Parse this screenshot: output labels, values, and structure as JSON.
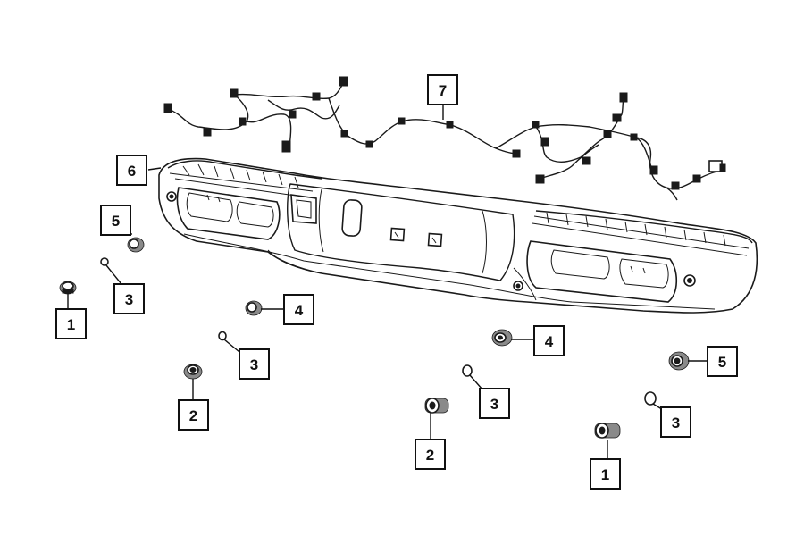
{
  "diagram": {
    "style": {
      "line_color": "#1a1a1a",
      "background": "#ffffff"
    },
    "callouts": [
      {
        "id": "c1a",
        "part": "1"
      },
      {
        "id": "c1b",
        "part": "1"
      },
      {
        "id": "c2a",
        "part": "2"
      },
      {
        "id": "c2b",
        "part": "2"
      },
      {
        "id": "c3a",
        "part": "3"
      },
      {
        "id": "c3b",
        "part": "3"
      },
      {
        "id": "c3c",
        "part": "3"
      },
      {
        "id": "c3d",
        "part": "3"
      },
      {
        "id": "c4a",
        "part": "4"
      },
      {
        "id": "c4b",
        "part": "4"
      },
      {
        "id": "c5a",
        "part": "5"
      },
      {
        "id": "c5b",
        "part": "5"
      },
      {
        "id": "c6",
        "part": "6"
      },
      {
        "id": "c7",
        "part": "7"
      }
    ],
    "components": [
      {
        "name": "rear-bumper"
      },
      {
        "name": "wiring-harness"
      },
      {
        "name": "park-assist-sensor"
      },
      {
        "name": "sensor-retainer-ring"
      },
      {
        "name": "sensor-bracket"
      }
    ]
  }
}
